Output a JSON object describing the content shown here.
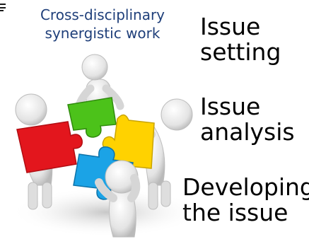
{
  "heading": {
    "line1": "Cross-disciplinary",
    "line2": "synergistic work"
  },
  "labels": [
    {
      "line1": "Issue",
      "line2": "setting"
    },
    {
      "line1": "Issue",
      "line2": "analysis"
    },
    {
      "line1": "Developing",
      "line2": "the issue"
    }
  ],
  "illustration": {
    "name": "four-people-assembling-puzzle",
    "colors": {
      "red": "#e3161d",
      "green": "#4cc21a",
      "yellow": "#ffd200",
      "blue": "#1ba3e6"
    }
  }
}
